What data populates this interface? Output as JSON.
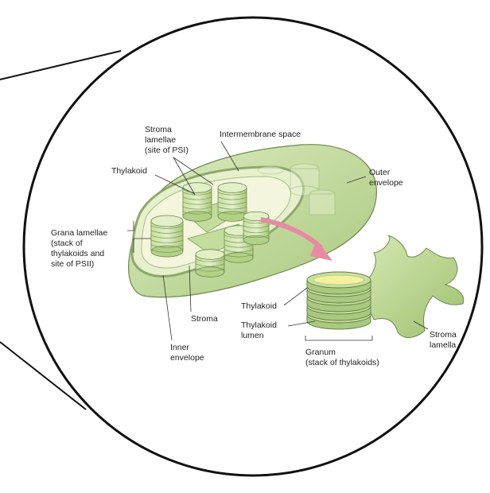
{
  "labels": {
    "stroma_lamellae": [
      "Stroma",
      "lamellae",
      "(site of PSI)"
    ],
    "intermembrane_space": "Intermembrane space",
    "thylakoid_top": "Thylakoid",
    "outer_envelope": [
      "Outer",
      "envelope"
    ],
    "grana_lamellae": [
      "Grana lamellae",
      "(stack of",
      "thylakoids and",
      "site of PSII)"
    ],
    "stroma": "Stroma",
    "inner_envelope": [
      "Inner",
      "envelope"
    ],
    "thylakoid_right": "Thylakoid",
    "thylakoid_lumen": [
      "Thylakoid",
      "lumen"
    ],
    "granum": [
      "Granum",
      "(stack of thylakoids)"
    ],
    "stroma_lamella": [
      "Stroma",
      "lamella"
    ]
  },
  "colors": {
    "outer_green": "#c9dfa6",
    "inner_green": "#dcebbf",
    "stroma_fill": "#eef5d6",
    "stack_green": "#b6d48a",
    "lumen_yellow": "#f3f0a0",
    "arrow_pink": "#e88aa3",
    "outline": "#5f7a45"
  }
}
